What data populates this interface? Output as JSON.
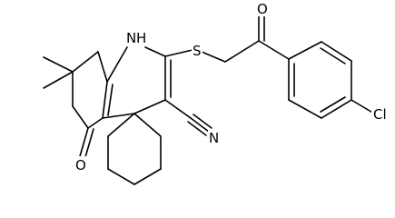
{
  "figure": {
    "kind": "skeletal chemical structure",
    "atom_labels": {
      "nh": "H",
      "n": "N",
      "s": "S",
      "o_ketone": "O",
      "o_ring": "O",
      "n_nitrile": "N",
      "cl": "Cl"
    },
    "colors": {
      "bond": "#000000",
      "label": "#000000",
      "background": "#ffffff"
    }
  }
}
